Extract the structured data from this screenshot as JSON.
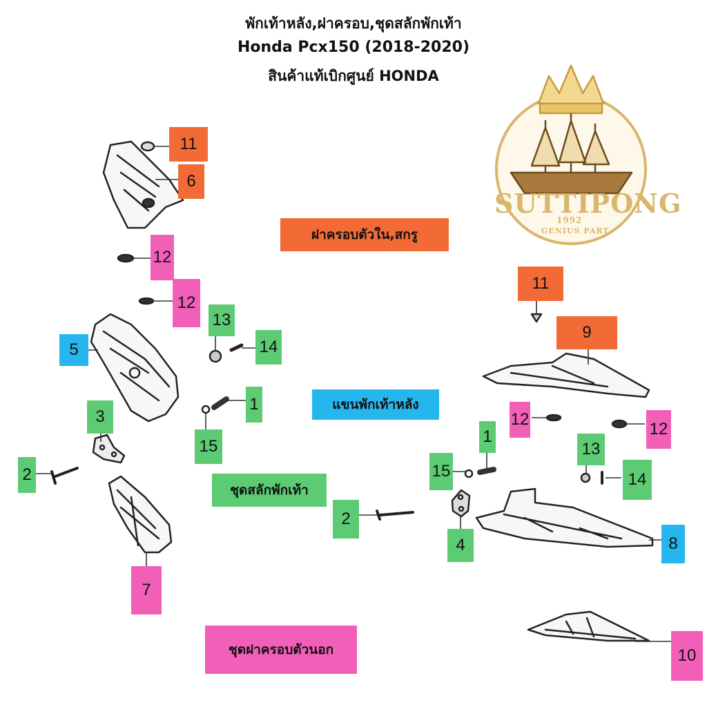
{
  "header": {
    "line1": "พักเท้าหลัง,ฝาครอบ,ชุดสลักพักเท้า",
    "line2": "Honda Pcx150 (2018-2020)",
    "line3": "สินค้าแท้เบิกศูนย์ HONDA"
  },
  "logo": {
    "name": "SUTTIPONG",
    "year": "1992",
    "tagline": "GENIUS PART."
  },
  "categories": {
    "inner_cover": "ฝาครอบตัวใน,สกรู",
    "rear_footrest_arm": "แขนพักเท้าหลัง",
    "footrest_pin_set": "ชุดสลักพักเท้า",
    "outer_cover_set": "ชุดฝาครอบตัวนอก"
  },
  "part_labels": {
    "l11a": "11",
    "l6": "6",
    "l12a": "12",
    "l12b": "12",
    "l13a": "13",
    "l14a": "14",
    "l5": "5",
    "l1a": "1",
    "l15a": "15",
    "l3": "3",
    "l2a": "2",
    "l7": "7",
    "l11b": "11",
    "l9": "9",
    "l12c": "12",
    "l12d": "12",
    "l1b": "1",
    "l13b": "13",
    "l15b": "15",
    "l14b": "14",
    "l2b": "2",
    "l4": "4",
    "l8": "8",
    "l10": "10"
  },
  "colors": {
    "inner_cover": "#f26b36",
    "outer_cover": "#f25fb8",
    "pin_set": "#5ccb74",
    "arm": "#25b6ee",
    "logo_gold": "#d9b66a"
  }
}
